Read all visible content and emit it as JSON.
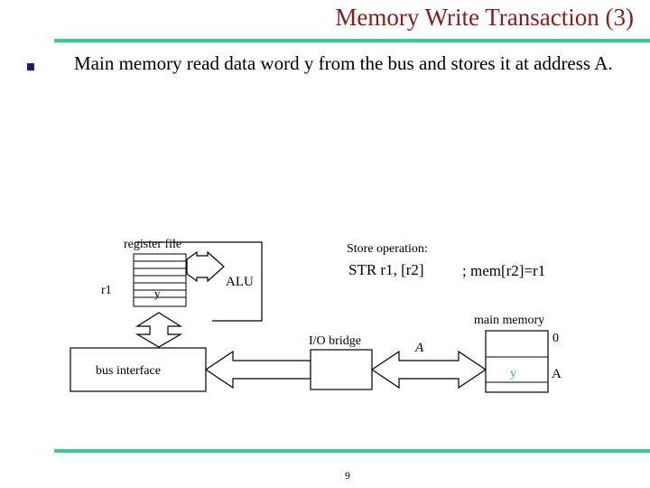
{
  "slide": {
    "title": "Memory Write Transaction (3)",
    "bullet": "Main memory read data word y from the bus and stores it at address A.",
    "page_number": "9"
  },
  "diagram": {
    "register_file_label": "register file",
    "register_name": "r1",
    "register_value": "y",
    "alu_label": "ALU",
    "bus_interface_label": "bus interface",
    "io_bridge_label": "I/O bridge",
    "bus_address": "A",
    "main_memory_label": "main memory",
    "memory_address_zero": "0",
    "memory_value": "y",
    "memory_address": "A",
    "store_op_label": "Store operation:",
    "instruction": "STR r1, [r2]",
    "comment": "; mem[r2]=r1"
  },
  "colors": {
    "title": "#8b1a1a",
    "rule": "#33cc99",
    "bullet": "#1a1a7a",
    "memory_value": "#2aa7c9"
  }
}
